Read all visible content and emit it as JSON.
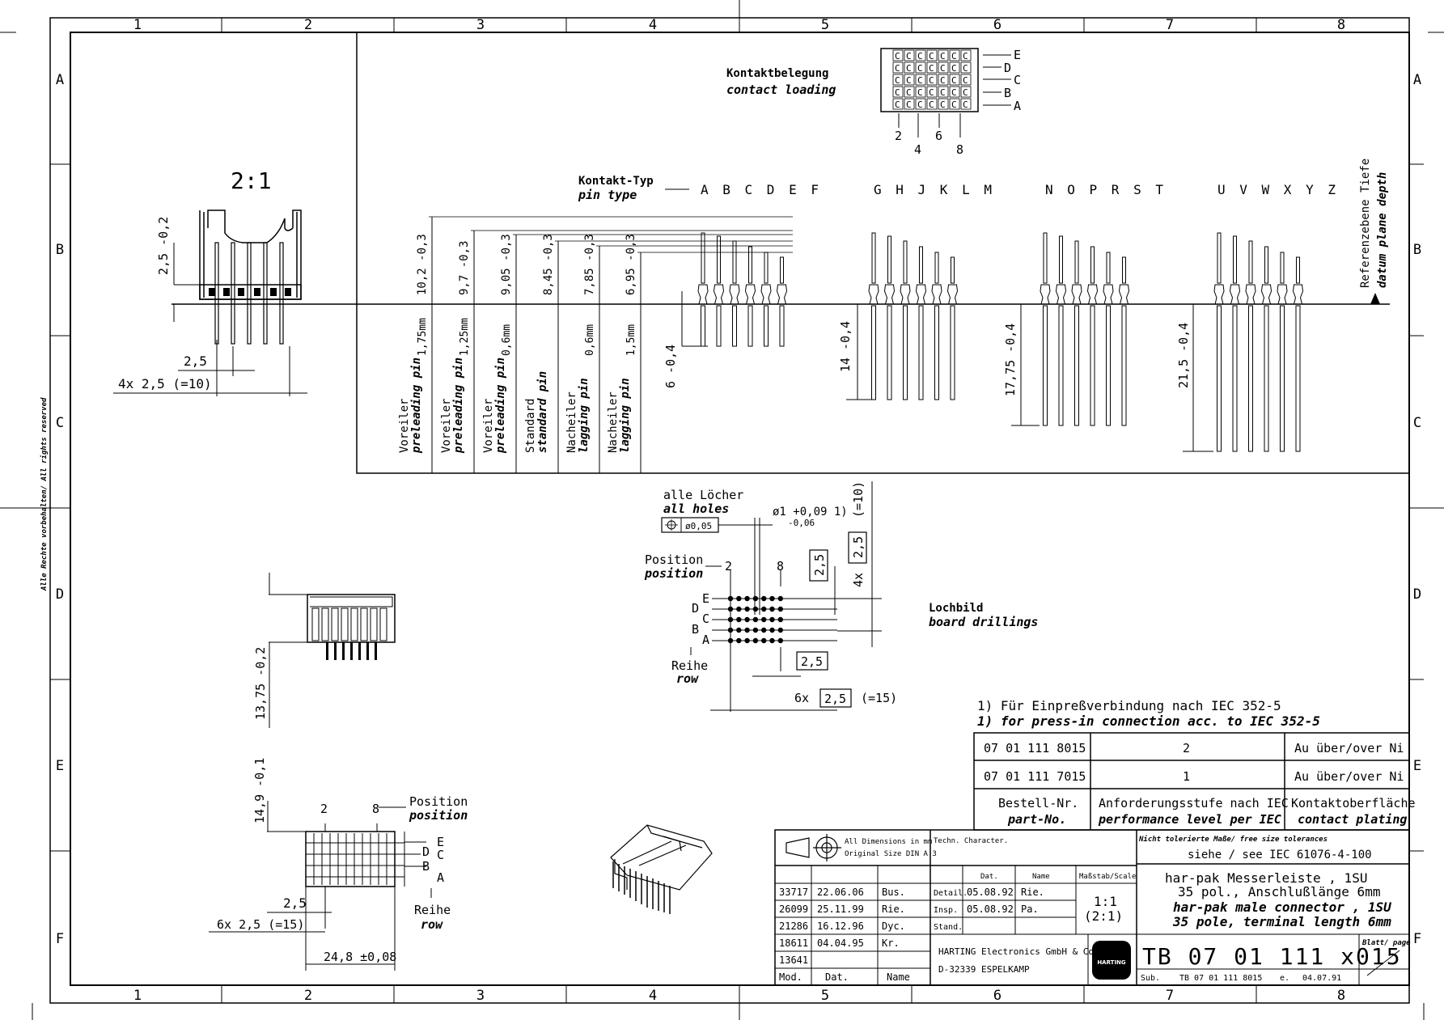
{
  "frame": {
    "columns": [
      "1",
      "2",
      "3",
      "4",
      "5",
      "6",
      "7",
      "8"
    ],
    "rows": [
      "A",
      "B",
      "C",
      "D",
      "E",
      "F"
    ],
    "side_note": "Alle Rechte vorbehalten/ All rights reserved"
  },
  "scale": "2:1",
  "contact_loading": {
    "title_de": "Kontaktbelegung",
    "title_en": "contact loading",
    "row_labels": [
      "E",
      "D",
      "C",
      "B",
      "A"
    ],
    "col_labels": [
      "2",
      "4",
      "6",
      "8"
    ],
    "cell": "C"
  },
  "pin_type": {
    "label_de": "Kontakt-Typ",
    "label_en": "pin type",
    "groups": [
      "A B C D E F",
      "G H J K L M",
      "N O P R S T",
      "U V W X Y Z"
    ],
    "datum_de": "Referenzebene Tiefe",
    "datum_en": "datum plane depth",
    "terminal_lengths": [
      "6 -0,4",
      "14 -0,4",
      "17,75 -0,4",
      "21,5 -0,4"
    ]
  },
  "pin_heights": [
    {
      "dim": "10,2 -0,3",
      "offset": "1,75mm",
      "de": "Voreiler",
      "en": "preleading pin"
    },
    {
      "dim": "9,7 -0,3",
      "offset": "1,25mm",
      "de": "Voreiler",
      "en": "preleading pin"
    },
    {
      "dim": "9,05 -0,3",
      "offset": "0,6mm",
      "de": "Voreiler",
      "en": "preleading pin"
    },
    {
      "dim": "8,45 -0,3",
      "offset": "",
      "de": "Standard",
      "en": "standard pin"
    },
    {
      "dim": "7,85 -0,3",
      "offset": "0,6mm",
      "de": "Nacheiler",
      "en": "lagging pin"
    },
    {
      "dim": "6,95 -0,3",
      "offset": "1,5mm",
      "de": "Nacheiler",
      "en": "lagging pin"
    }
  ],
  "side_view": {
    "dims": [
      "2,5 -0,2",
      "2,5",
      "4x 2,5 (=10)"
    ]
  },
  "board_drillings": {
    "title_de": "Lochbild",
    "title_en": "board drillings",
    "all_holes_de": "alle Löcher",
    "all_holes_en": "all holes",
    "tolerance": "ø0,05",
    "hole_dia": "ø1 +0,09 1)",
    "hole_dia_lower": "-0,06",
    "position_de": "Position",
    "position_en": "position",
    "pos_labels": [
      "2",
      "8"
    ],
    "row_labels": [
      "E",
      "D",
      "C",
      "B",
      "A"
    ],
    "reihe_de": "Reihe",
    "reihe_en": "row",
    "dim_box": "2,5",
    "dim_4x": "4x",
    "dim_10": "(=10)",
    "dim_6x": "6x",
    "dim_15": "(=15)"
  },
  "front_view": {
    "dim_height": "13,75 -0,2"
  },
  "bottom_view": {
    "dim_height": "14,9 -0,1",
    "dim_width": "24,8 ±0,08",
    "dim_pitch": "2,5",
    "dim_6x": "6x 2,5 (=15)",
    "pos_labels": [
      "2",
      "8"
    ],
    "position_de": "Position",
    "position_en": "position",
    "row_labels": [
      "E",
      "D",
      "C",
      "B",
      "A"
    ],
    "reihe_de": "Reihe",
    "reihe_en": "row"
  },
  "footnote": {
    "de": "1) Für Einpreßverbindung nach IEC 352-5",
    "en": "1) for press-in connection acc. to IEC 352-5"
  },
  "variants": {
    "rows": [
      {
        "part": "07 01 111 8015",
        "level": "2",
        "plating": "Au über/over Ni"
      },
      {
        "part": "07 01 111 7015",
        "level": "1",
        "plating": "Au über/over Ni"
      }
    ],
    "head_part_de": "Bestell-Nr.",
    "head_part_en": "part-No.",
    "head_level_de": "Anforderungsstufe nach IEC",
    "head_level_en": "performance level per IEC",
    "head_plating_de": "Kontaktoberfläche",
    "head_plating_en": "contact plating"
  },
  "title_block": {
    "dims_note": "All Dimensions in mm",
    "size_note": "Original Size DIN A 3",
    "techn": "Techn. Character.",
    "tol_head": "Nicht tolerierte Maße/ free size tolerances",
    "tol_ref": "siehe / see  IEC 61076-4-100",
    "rev": [
      {
        "no": "33717",
        "date": "22.06.06",
        "name": "Bus."
      },
      {
        "no": "26099",
        "date": "25.11.99",
        "name": "Rie."
      },
      {
        "no": "21286",
        "date": "16.12.96",
        "name": "Dyc."
      },
      {
        "no": "18611",
        "date": "04.04.95",
        "name": "Kr."
      },
      {
        "no": "13641",
        "date": "",
        "name": ""
      }
    ],
    "mod": "Mod.",
    "dat": "Dat.",
    "name": "Name",
    "col_dat": "Dat.",
    "col_name": "Name",
    "col_scale": "Maßstab/Scale",
    "detail": "Detail.",
    "detail_date": "05.08.92",
    "detail_name": "Rie.",
    "insp": "Insp.",
    "insp_date": "05.08.92",
    "insp_name": "Pa.",
    "stand": "Stand.",
    "scale": "1:1",
    "scale2": "(2:1)",
    "title_de1": "har-pak Messerleiste , 1SU",
    "title_de2": "35 pol., Anschlußlänge 6mm",
    "title_en1": "har-pak male connector , 1SU",
    "title_en2": "35 pole, terminal length 6mm",
    "company": "HARTING Electronics GmbH & Co. KG",
    "address": "D-32339 ESPELKAMP",
    "logo": "HARTING",
    "drawing_no": "TB 07 01 111 x015",
    "sheet": "Blatt/ page",
    "sub": "Sub.",
    "sub_no": "TB 07 01 111 8015",
    "sub_e": "e.",
    "sub_date": "04.07.91"
  }
}
